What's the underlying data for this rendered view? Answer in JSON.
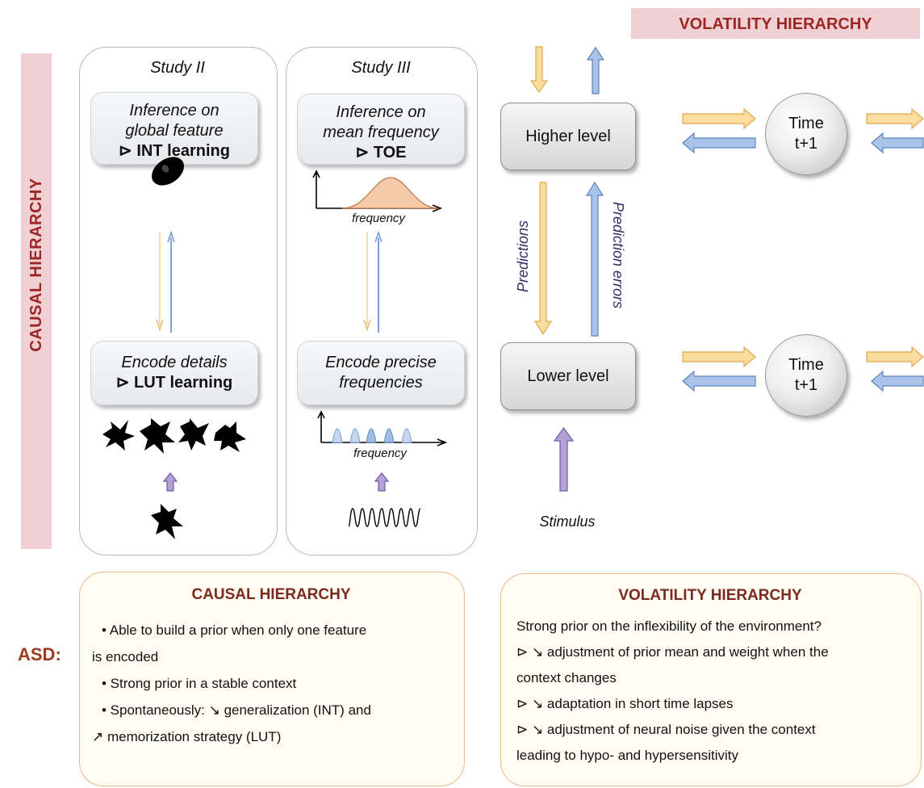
{
  "banners": {
    "causal_vertical": "CAUSAL HIERARCHY",
    "volatility_top": "VOLATILITY HIERARCHY"
  },
  "study2": {
    "title": "Study II",
    "top_box": {
      "line1": "Inference on",
      "line2": "global feature",
      "line3": "⊳ INT learning"
    },
    "bottom_box": {
      "line1": "Encode details",
      "line2": "⊳ LUT learning"
    }
  },
  "study3": {
    "title": "Study III",
    "top_box": {
      "line1": "Inference on",
      "line2": "mean frequency",
      "line3": "⊳ TOE"
    },
    "bottom_box": {
      "line1": "Encode precise",
      "line2": "frequencies"
    },
    "freq_label_top": "frequency",
    "freq_label_bottom": "frequency"
  },
  "model": {
    "higher_level": "Higher level",
    "lower_level": "Lower level",
    "predictions": "Predictions",
    "prediction_errors": "Prediction errors",
    "stimulus": "Stimulus",
    "time_nodes": [
      {
        "line1": "Time",
        "line2": "t+1"
      },
      {
        "line1": "Time",
        "line2": "t+1"
      }
    ]
  },
  "asd_label": "ASD:",
  "causal_box": {
    "title": "CAUSAL HIERARCHY",
    "lines": [
      "• Able to build a prior when only one feature",
      "is encoded",
      "• Strong prior in a stable context",
      "• Spontaneously: ↘ generalization (INT) and",
      "↗ memorization strategy (LUT)"
    ]
  },
  "volatility_box": {
    "title": "VOLATILITY HIERARCHY",
    "lines": [
      "Strong prior on the inflexibility of the environment?",
      "⊳ ↘ adjustment of prior mean and weight when the",
      "context changes",
      "⊳ ↘ adaptation in short time lapses",
      "⊳ ↘ adjustment of neural noise given the context",
      "leading to  hypo- and hypersensitivity"
    ]
  },
  "colors": {
    "banner_pink": "#f1d0d3",
    "banner_text": "#9c2626",
    "prediction_arrow": "#f8dca0",
    "error_arrow": "#a9c4e8",
    "stimulus_arrow": "#b4a2d6",
    "bottom_box_border": "#f0b98a"
  }
}
